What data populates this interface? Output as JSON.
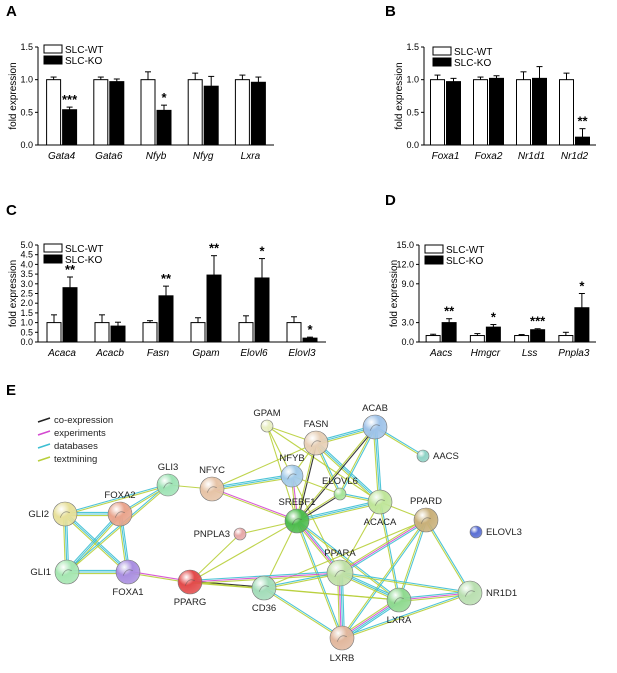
{
  "panel_letters": [
    "A",
    "B",
    "C",
    "D",
    "E"
  ],
  "legend": {
    "wt": "SLC-WT",
    "ko": "SLC-KO"
  },
  "chart_data": [
    {
      "id": "A",
      "type": "bar",
      "ylabel": "fold expression",
      "ylim": [
        0,
        1.5
      ],
      "yticks": [
        "0.0",
        "0.5",
        "1.0",
        "1.5"
      ],
      "ytick_values": [
        0,
        0.5,
        1.0,
        1.5
      ],
      "categories": [
        "Gata4",
        "Gata6",
        "Nfyb",
        "Nfyg",
        "Lxra"
      ],
      "series": [
        {
          "name": "SLC-WT",
          "values": [
            1.0,
            1.0,
            1.0,
            1.0,
            1.0
          ],
          "errors": [
            0.04,
            0.04,
            0.12,
            0.1,
            0.07
          ]
        },
        {
          "name": "SLC-KO",
          "values": [
            0.54,
            0.97,
            0.53,
            0.9,
            0.96
          ],
          "errors": [
            0.04,
            0.04,
            0.08,
            0.15,
            0.08
          ]
        }
      ],
      "significance": [
        "***",
        "",
        "*",
        "",
        ""
      ]
    },
    {
      "id": "B",
      "type": "bar",
      "ylabel": "fold expression",
      "ylim": [
        0,
        1.5
      ],
      "yticks": [
        "0.0",
        "0.5",
        "1.0",
        "1.5"
      ],
      "ytick_values": [
        0,
        0.5,
        1.0,
        1.5
      ],
      "categories": [
        "Foxa1",
        "Foxa2",
        "Nr1d1",
        "Nr1d2"
      ],
      "series": [
        {
          "name": "SLC-WT",
          "values": [
            1.0,
            1.0,
            1.0,
            1.0
          ],
          "errors": [
            0.07,
            0.04,
            0.12,
            0.1
          ]
        },
        {
          "name": "SLC-KO",
          "values": [
            0.97,
            1.02,
            1.02,
            0.12
          ],
          "errors": [
            0.05,
            0.04,
            0.18,
            0.13
          ]
        }
      ],
      "significance": [
        "",
        "",
        "",
        "**"
      ]
    },
    {
      "id": "C",
      "type": "bar",
      "ylabel": "fold expression",
      "ylim": [
        0,
        5.0
      ],
      "yticks": [
        "0.0",
        "0.5",
        "1.0",
        "1.5",
        "2.0",
        "2.5",
        "3.0",
        "3.5",
        "4.0",
        "4.5",
        "5.0"
      ],
      "ytick_values": [
        0,
        0.5,
        1.0,
        1.5,
        2.0,
        2.5,
        3.0,
        3.5,
        4.0,
        4.5,
        5.0
      ],
      "categories": [
        "Acaca",
        "Acacb",
        "Fasn",
        "Gpam",
        "Elovl6",
        "Elovl3"
      ],
      "series": [
        {
          "name": "SLC-WT",
          "values": [
            1.0,
            1.0,
            1.0,
            1.0,
            1.0,
            1.0
          ],
          "errors": [
            0.4,
            0.4,
            0.1,
            0.25,
            0.35,
            0.3
          ]
        },
        {
          "name": "SLC-KO",
          "values": [
            2.8,
            0.82,
            2.38,
            3.45,
            3.3,
            0.2
          ],
          "errors": [
            0.55,
            0.2,
            0.5,
            1.0,
            1.0,
            0.05
          ]
        }
      ],
      "significance": [
        "**",
        "",
        "**",
        "**",
        "*",
        "*"
      ]
    },
    {
      "id": "D",
      "type": "bar",
      "ylabel": "fold expression",
      "ylim": [
        0,
        15.0
      ],
      "yticks": [
        "0.0",
        "3.0",
        "9.0",
        "12.0",
        "15.0"
      ],
      "ytick_values": [
        0,
        3.0,
        9.0,
        12.0,
        15.0
      ],
      "categories": [
        "Aacs",
        "Hmgcr",
        "Lss",
        "Pnpla3"
      ],
      "series": [
        {
          "name": "SLC-WT",
          "values": [
            1.0,
            1.0,
            1.0,
            1.0
          ],
          "errors": [
            0.2,
            0.3,
            0.15,
            0.5
          ]
        },
        {
          "name": "SLC-KO",
          "values": [
            3.0,
            2.3,
            1.9,
            5.3
          ],
          "errors": [
            0.6,
            0.4,
            0.15,
            2.2
          ]
        }
      ],
      "significance": [
        "**",
        "*",
        "***",
        "*"
      ]
    }
  ],
  "network": {
    "legend": [
      {
        "label": "co-expression",
        "color": "#222222"
      },
      {
        "label": "experiments",
        "color": "#d44ad0"
      },
      {
        "label": "databases",
        "color": "#3cbfd3"
      },
      {
        "label": "textmining",
        "color": "#b8cf3a"
      }
    ],
    "nodes": [
      {
        "id": "GPAM",
        "color": "#e9efc4"
      },
      {
        "id": "FASN",
        "color": "#e7cfb6"
      },
      {
        "id": "ACAB",
        "color": "#9fc3e9"
      },
      {
        "id": "AACS",
        "color": "#8fd3c6"
      },
      {
        "id": "NFYB",
        "color": "#a3cbe9"
      },
      {
        "id": "ELOVL6",
        "color": "#a8e49a"
      },
      {
        "id": "GLI3",
        "color": "#9ee3b5"
      },
      {
        "id": "NFYC",
        "color": "#e6c3a6"
      },
      {
        "id": "FOXA2",
        "color": "#e9a48c"
      },
      {
        "id": "GLI2",
        "color": "#e7e09a"
      },
      {
        "id": "PNPLA3",
        "color": "#e6a9a9"
      },
      {
        "id": "SREBF1",
        "color": "#4ebc4e"
      },
      {
        "id": "ACACA",
        "color": "#bfe59a"
      },
      {
        "id": "PPARD",
        "color": "#c9b07a"
      },
      {
        "id": "ELOVL3",
        "color": "#5a6fd3"
      },
      {
        "id": "GLI1",
        "color": "#a5e6b1"
      },
      {
        "id": "FOXA1",
        "color": "#a98ee0"
      },
      {
        "id": "PPARG",
        "color": "#e24b4b"
      },
      {
        "id": "CD36",
        "color": "#a3dcb9"
      },
      {
        "id": "PPARA",
        "color": "#bfe0a6"
      },
      {
        "id": "LXRA",
        "color": "#8fd98f"
      },
      {
        "id": "NR1D1",
        "color": "#b9dfb0"
      },
      {
        "id": "LXRB",
        "color": "#e1b79d"
      }
    ]
  }
}
